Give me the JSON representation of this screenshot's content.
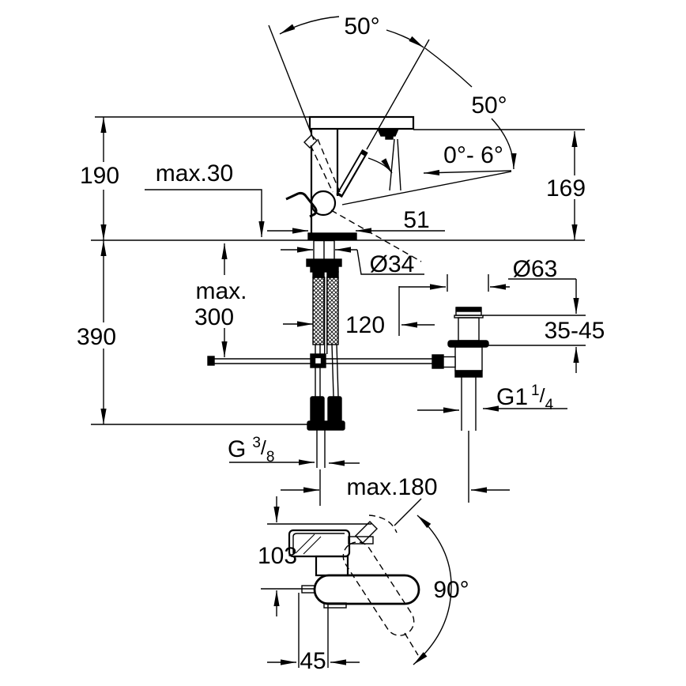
{
  "colors": {
    "ink": "#000000",
    "background": "#ffffff"
  },
  "labels": {
    "handle_arc_top": "50°",
    "handle_arc_side": "50°",
    "spout_tilt_range": "0°- 6°",
    "height_above_deck": "190",
    "deck_thickness_max": "max.30",
    "spout_outlet_height": "169",
    "spout_reach": "51",
    "mounting_hole_diameter": "Ø34",
    "waste_flange_diameter": "Ø63",
    "rod_length_max_line1": "max.",
    "rod_length_max_line2": "300",
    "depth_below_deck": "390",
    "hose_clearance": "120",
    "basin_deck_range": "35-45",
    "waste_thread": {
      "main": "G1",
      "sup": "1",
      "slash": "/",
      "sub": "4"
    },
    "supply_thread": {
      "main": "G",
      "sup": "3",
      "slash": "/",
      "sub": "8"
    },
    "centre_distance_max": "max.180",
    "body_length": "103",
    "handle_swivel": "90°",
    "rod_offset": "45"
  }
}
